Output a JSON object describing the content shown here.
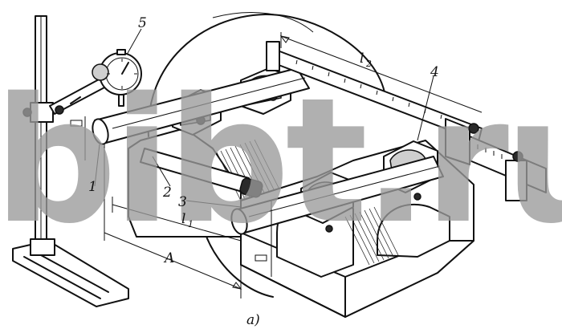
{
  "labels": {
    "part_1": "1",
    "part_2": "2",
    "part_3": "3",
    "part_4": "4",
    "part_5": "5",
    "dim_l1_main": "l",
    "dim_l1_sub": "1",
    "dim_l2_main": "l",
    "dim_l2_sub": "2",
    "dim_a": "A",
    "caption": "a)"
  },
  "watermark": {
    "text": "bibt.ru",
    "color": "#9a9a9a"
  },
  "colors": {
    "ink": "#111111",
    "background": "#ffffff",
    "shading": "#cfcfcf"
  }
}
